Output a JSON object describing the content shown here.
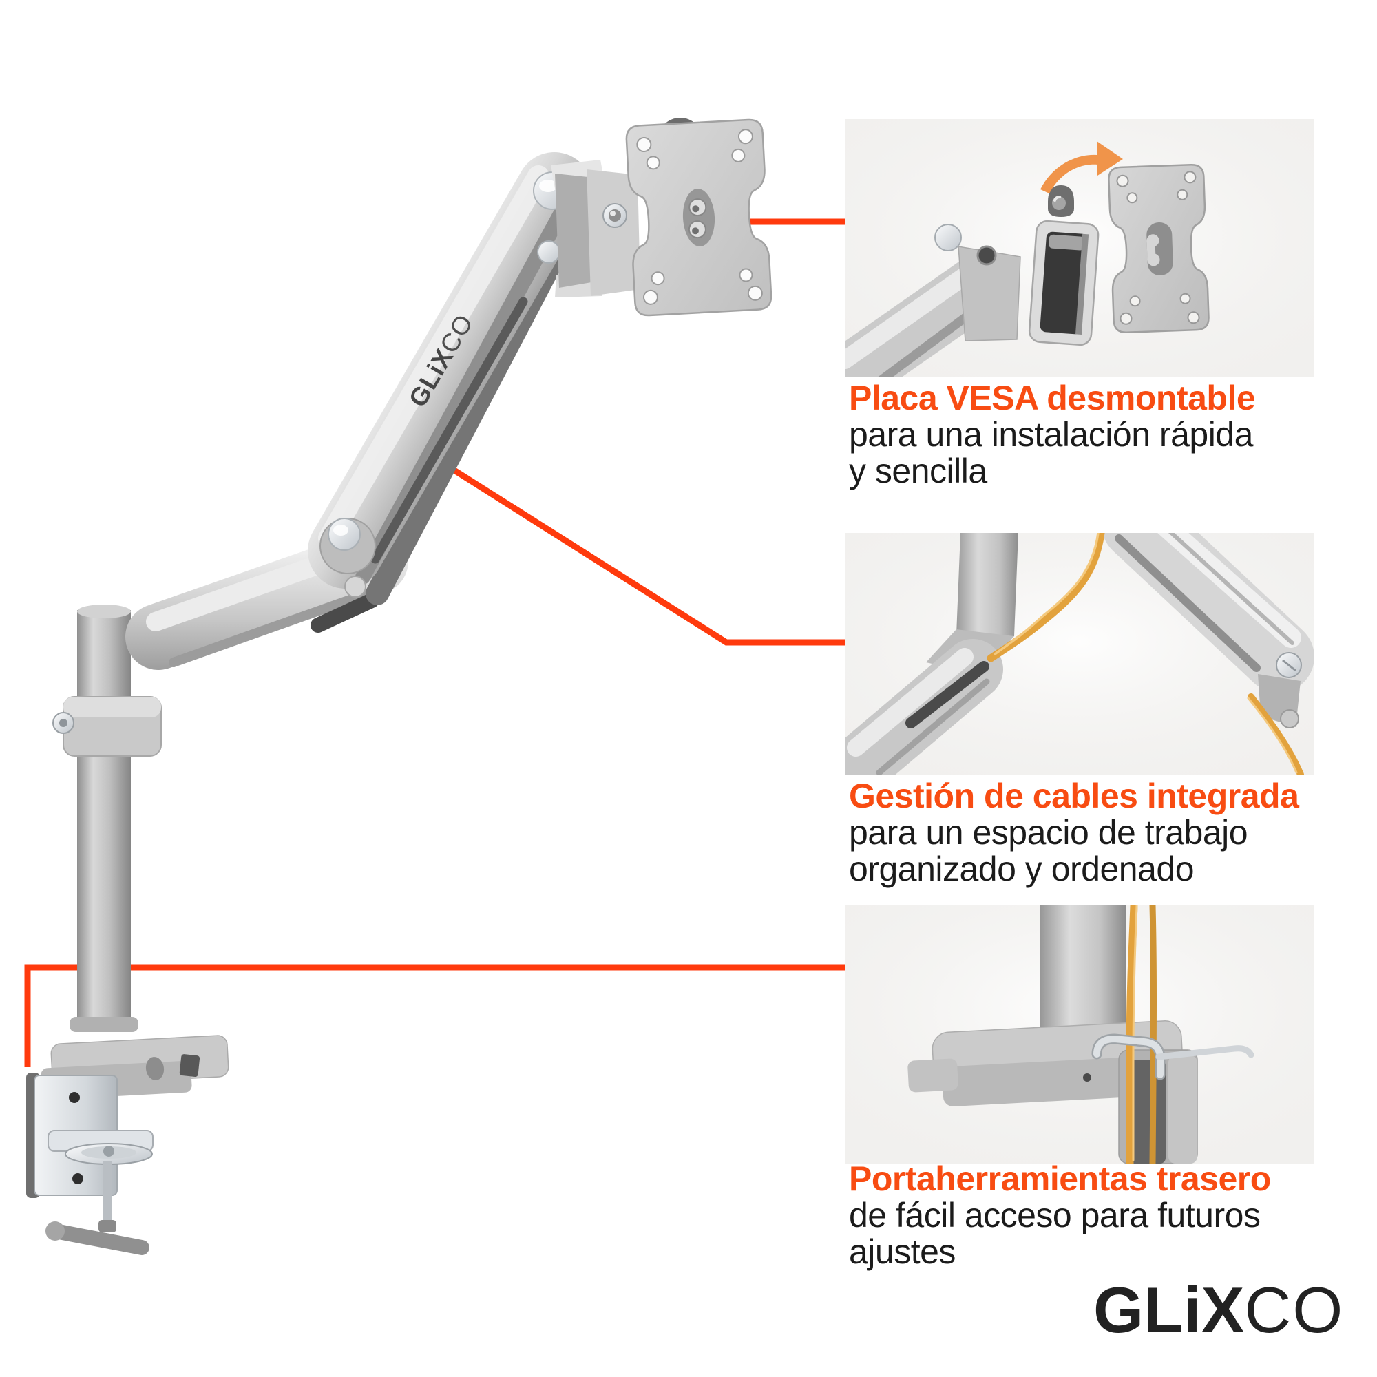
{
  "brand": {
    "logo_bold": "GLiX",
    "logo_light": "CO",
    "arm_label_bold": "GLiX",
    "arm_label_light": "CO"
  },
  "callouts": [
    {
      "heading": "Placa VESA desmontable",
      "lines": [
        "para una instalación rápida",
        "y sencilla"
      ]
    },
    {
      "heading": "Gestión de cables integrada",
      "lines": [
        "para un espacio de trabajo",
        "organizado y ordenado"
      ]
    },
    {
      "heading": "Portaherramientas trasero",
      "lines": [
        "de fácil acceso para futuros",
        "ajustes"
      ]
    }
  ],
  "colors": {
    "accent_line": "#ff3a0d",
    "heading_orange": "#f84c12",
    "text_black": "#1b1b1b",
    "panel_bg": "#f1f0ee",
    "cable_yellow": "#e2a23d",
    "cable_highlight": "#f4c97e",
    "arrow_orange": "#f0944a",
    "logo_black": "#222222",
    "metal_light": "#ededed",
    "metal_mid": "#c7c7c7",
    "metal_dark": "#8e8e8e"
  }
}
